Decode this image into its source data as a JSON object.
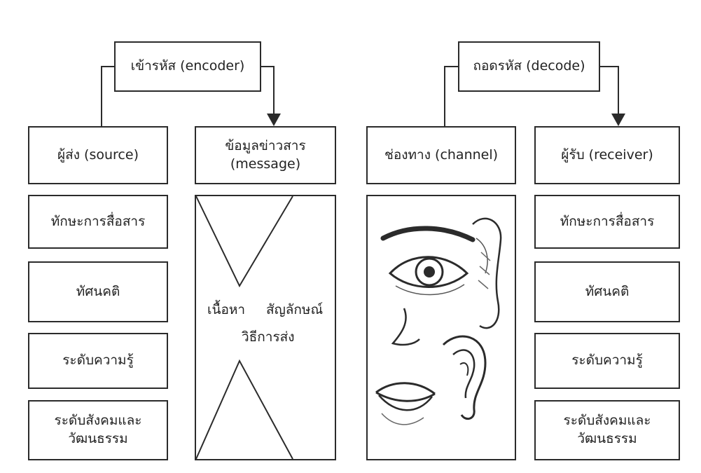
{
  "encoder": {
    "label": "เข้ารหัส (encoder)"
  },
  "decoder": {
    "label": "ถอดรหัส (decode)"
  },
  "source": {
    "header": "ผู้ส่ง (source)",
    "items": [
      "ทักษะการสื่อสาร",
      "ทัศนคติ",
      "ระดับความรู้"
    ],
    "culture": [
      "ระดับสังคมและ",
      "วัฒนธรรม"
    ]
  },
  "message": {
    "header_line1": "ข้อมูลข่าวสาร",
    "header_line2": "(message)",
    "content_left": "เนื้อหา",
    "content_right": "สัญลักษณ์",
    "content_bottom": "วิธีการส่ง"
  },
  "channel": {
    "header": "ช่องทาง (channel)",
    "illustration": "face-eye-ear-mouth-illustration"
  },
  "receiver": {
    "header": "ผู้รับ (receiver)",
    "items": [
      "ทักษะการสื่อสาร",
      "ทัศนคติ",
      "ระดับความรู้"
    ],
    "culture": [
      "ระดับสังคมและ",
      "วัฒนธรรม"
    ]
  },
  "colors": {
    "line": "#2b2b2b",
    "background": "#ffffff",
    "text": "#222222"
  }
}
